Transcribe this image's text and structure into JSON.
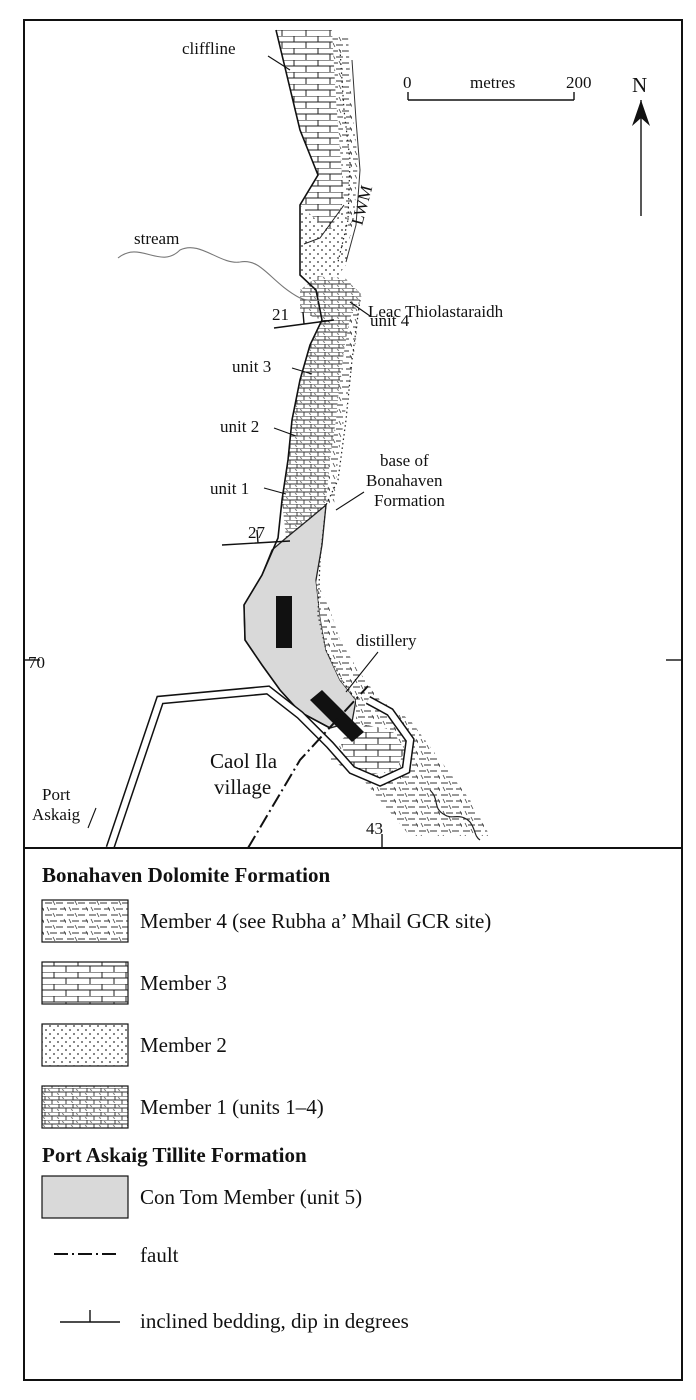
{
  "map": {
    "labels": {
      "cliffline": "cliffline",
      "lwm": "LWM",
      "stream": "stream",
      "leac": "Leac Thiolastaraidh",
      "unit4": "unit 4",
      "unit3": "unit 3",
      "unit2": "unit 2",
      "unit1": "unit 1",
      "base_line1": "base of",
      "base_line2": "Bonahaven",
      "base_line3": "Formation",
      "distillery": "distillery",
      "village_line1": "Caol Ila",
      "village_line2": "village",
      "port_line1": "Port",
      "port_line2": "Askaig",
      "dip_21": "21",
      "dip_27": "27",
      "grid_70": "70",
      "grid_43": "43"
    },
    "scale_bar": {
      "start": "0",
      "label": "metres",
      "end": "200"
    },
    "north_arrow": {
      "label": "N"
    }
  },
  "legend": {
    "heading_bonahaven": "Bonahaven Dolomite Formation",
    "heading_port_askaig": "Port Askaig Tillite Formation",
    "items": {
      "member4": "Member 4 (see Rubha a’ Mhail GCR site)",
      "member3": "Member 3",
      "member2": "Member 2",
      "member1": "Member 1 (units 1–4)",
      "contom": "Con Tom Member (unit 5)",
      "fault": "fault",
      "bedding": "inclined bedding, dip in degrees"
    }
  },
  "colors": {
    "con_tom_fill": "#d9d9d9",
    "ink": "#111111"
  }
}
